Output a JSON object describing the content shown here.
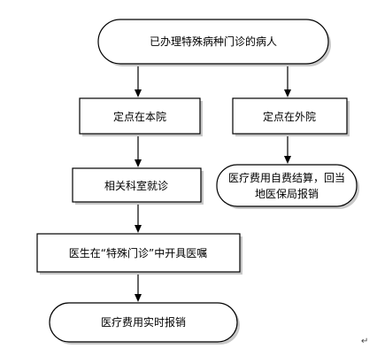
{
  "nodes": {
    "start": "已办理特殊病种门诊的病人",
    "local": "定点在本院",
    "external": "定点在外院",
    "dept": "相关科室就诊",
    "self_pay_line1": "医疗费用自费结算，回当",
    "self_pay_line2": "地医保局报销",
    "doctor": "医生在“特殊门诊”中开具医嘱",
    "realtime": "医疗费用实时报销"
  },
  "paragraph_mark": "↵"
}
